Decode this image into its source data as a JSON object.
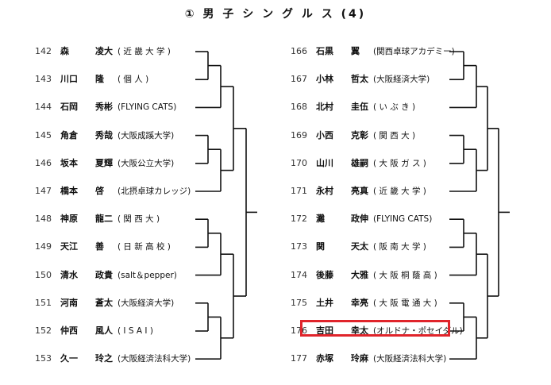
{
  "title": "① 男 子 シ ン グ ル ス (4)",
  "left": [
    {
      "num": "142",
      "surname": "森",
      "given": "凌大",
      "team": "( 近 畿 大 学 )"
    },
    {
      "num": "143",
      "surname": "川口",
      "given": "隆",
      "team": "( 個 人 )"
    },
    {
      "num": "144",
      "surname": "石岡",
      "given": "秀彬",
      "team": "(FLYING CATS)"
    },
    {
      "num": "145",
      "surname": "角倉",
      "given": "秀哉",
      "team": "(大阪成蹊大学)"
    },
    {
      "num": "146",
      "surname": "坂本",
      "given": "夏輝",
      "team": "(大阪公立大学)"
    },
    {
      "num": "147",
      "surname": "橋本",
      "given": "啓",
      "team": "(北摂卓球カレッジ)"
    },
    {
      "num": "148",
      "surname": "神原",
      "given": "龍二",
      "team": "( 関 西 大 )"
    },
    {
      "num": "149",
      "surname": "天江",
      "given": "善",
      "team": "( 日 新 高 校 )"
    },
    {
      "num": "150",
      "surname": "清水",
      "given": "政貴",
      "team": "(salt＆pepper)"
    },
    {
      "num": "151",
      "surname": "河南",
      "given": "蒼太",
      "team": "(大阪経済大学)"
    },
    {
      "num": "152",
      "surname": "仲西",
      "given": "風人",
      "team": "( I S A I )"
    },
    {
      "num": "153",
      "surname": "久一",
      "given": "玲之",
      "team": "(大阪経済法科大学)"
    }
  ],
  "right": [
    {
      "num": "166",
      "surname": "石黒",
      "given": "翼",
      "team": "(関西卓球アカデミー)"
    },
    {
      "num": "167",
      "surname": "小林",
      "given": "哲太",
      "team": "(大阪経済大学)"
    },
    {
      "num": "168",
      "surname": "北村",
      "given": "圭伍",
      "team": "( い ぶ き )"
    },
    {
      "num": "169",
      "surname": "小西",
      "given": "克彰",
      "team": "( 関 西 大 )"
    },
    {
      "num": "170",
      "surname": "山川",
      "given": "雄嗣",
      "team": "( 大 阪 ガ ス )"
    },
    {
      "num": "171",
      "surname": "永村",
      "given": "亮真",
      "team": "( 近 畿 大 学 )"
    },
    {
      "num": "172",
      "surname": "灘",
      "given": "政伸",
      "team": "(FLYING CATS)"
    },
    {
      "num": "173",
      "surname": "関",
      "given": "天太",
      "team": "( 阪 南 大 学 )"
    },
    {
      "num": "174",
      "surname": "後藤",
      "given": "大雅",
      "team": "( 大 阪 桐 蔭 高 )"
    },
    {
      "num": "175",
      "surname": "土井",
      "given": "幸亮",
      "team": "( 大 阪 電 通 大 )"
    },
    {
      "num": "176",
      "surname": "吉田",
      "given": "幸太",
      "team": "(オルドナ・ポセイダル)"
    },
    {
      "num": "177",
      "surname": "赤塚",
      "given": "玲麻",
      "team": "(大阪経済法科大学)"
    }
  ]
}
